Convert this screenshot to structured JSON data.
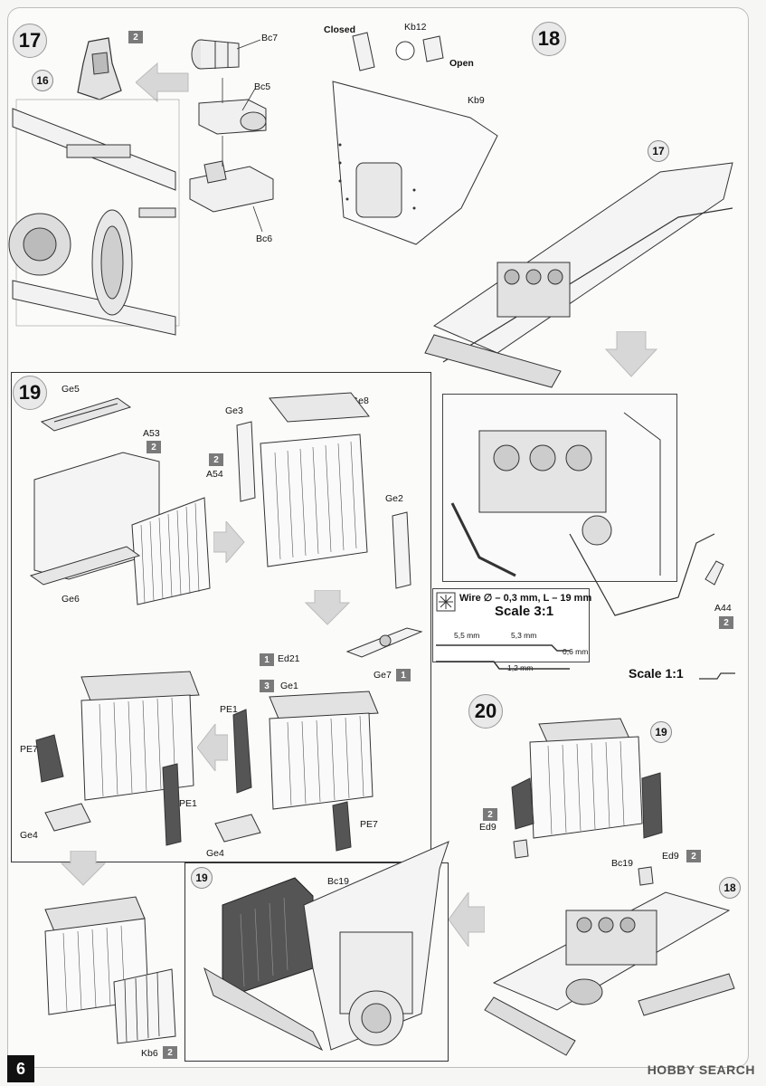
{
  "page": {
    "number": "6"
  },
  "steps": [
    {
      "id": "17",
      "label": "17"
    },
    {
      "id": "18",
      "label": "18"
    },
    {
      "id": "19",
      "label": "19"
    },
    {
      "id": "20",
      "label": "20"
    }
  ],
  "step17": {
    "ref_assembly": "16",
    "parts": [
      "Bc7",
      "Bc5",
      "Bc6"
    ],
    "sprue_badge": "2"
  },
  "step18": {
    "closed_label": "Closed",
    "open_label": "Open",
    "part_kb12": "Kb12",
    "part_kb9": "Kb9",
    "ref_assembly": "17",
    "wire_title": "Wire ∅ – 0,3 mm, L – 19 mm",
    "scale_detail": "Scale 3:1",
    "dims": [
      "5,5 mm",
      "5,3 mm",
      "0,6 mm",
      "1,2 mm"
    ],
    "scale_main": "Scale 1:1",
    "part_a44": "A44",
    "a44_badge": "2"
  },
  "step19": {
    "parts_top": [
      "Ge5",
      "A53",
      "A54",
      "Ge6",
      "Ge3",
      "Ge8",
      "Ge2"
    ],
    "a53_badge": "2",
    "a54_badge": "2",
    "parts_mid": [
      "Ed21",
      "Ge1",
      "Ge7"
    ],
    "ed21_badge": "1",
    "ge1_badge": "3",
    "ge7_badge": "1",
    "parts_bottom": [
      "PE7",
      "PE1",
      "Ge4",
      "PE1",
      "PE7",
      "Ge4"
    ],
    "kb6": "Kb6",
    "kb6_badge": "2"
  },
  "step20": {
    "ref_19": "19",
    "ref_18": "18",
    "parts": [
      "Ed9",
      "Bc19",
      "Ed9"
    ],
    "ed9_left_badge": "2",
    "ed9_right_badge": "2",
    "final_ref": "19",
    "final_part": "Bc19"
  },
  "watermark": "HOBBY SEARCH"
}
